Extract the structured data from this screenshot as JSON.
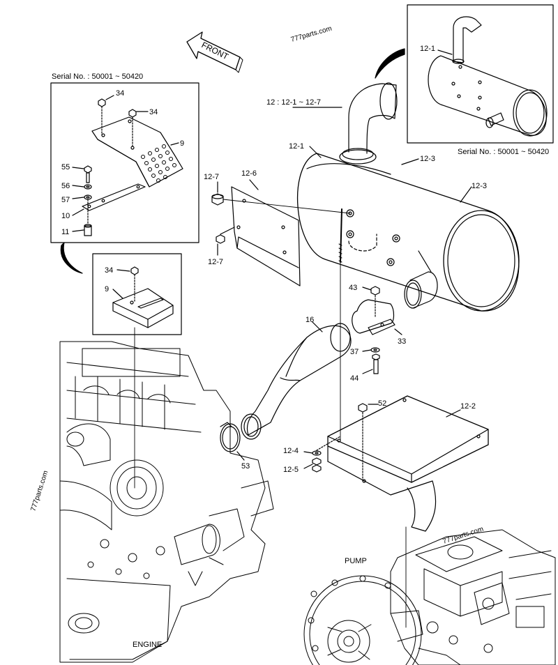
{
  "watermarks": {
    "top": "777parts.com",
    "left": "777parts.com",
    "right": "777parts.com"
  },
  "front_label": "FRONT",
  "serial_left": "Serial No. : 50001 ~ 50420",
  "serial_right": "Serial No. : 50001 ~ 50420",
  "group_label": "12 : 12-1 ~ 12-7",
  "section_labels": {
    "engine": "ENGINE",
    "pump": "PUMP"
  },
  "callouts": {
    "c34a": "34",
    "c34b": "34",
    "c9a": "9",
    "c55": "55",
    "c56": "56",
    "c57": "57",
    "c10": "10",
    "c11": "11",
    "c34c": "34",
    "c9b": "9",
    "c12_1_main": "12-1",
    "c12_3a": "12-3",
    "c12_3b": "12-3",
    "c12_6": "12-6",
    "c12_7a": "12-7",
    "c12_7b": "12-7",
    "c43": "43",
    "c33": "33",
    "c16": "16",
    "c37": "37",
    "c44": "44",
    "c52": "52",
    "c12_2": "12-2",
    "c53": "53",
    "c12_4": "12-4",
    "c12_5": "12-5",
    "c12_1_inset": "12-1"
  }
}
